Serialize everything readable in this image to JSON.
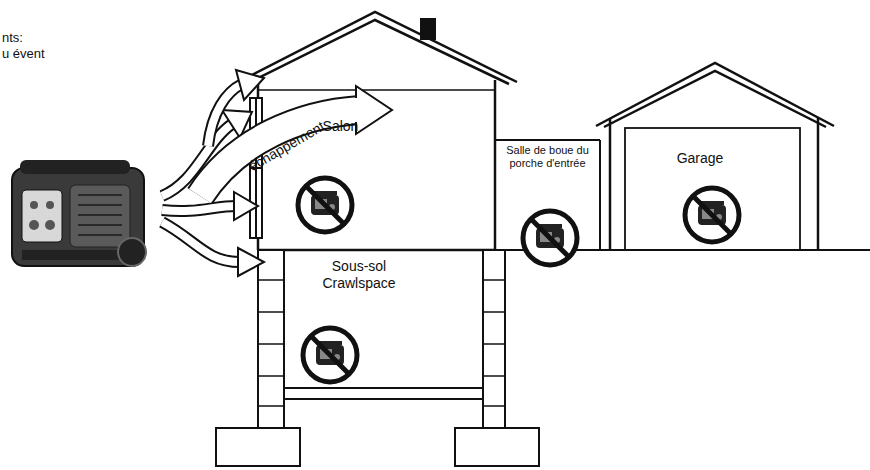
{
  "diagram": {
    "nodes": [
      {
        "text": [
          "Salon"
        ]
      },
      {
        "text": [
          "Salle de boue du porche d'entrée"
        ]
      },
      {
        "text": [
          "Garage"
        ]
      },
      {
        "text": [
          "Sous-sol Crawlspace"
        ]
      }
    ],
    "labels": [
      "nts:",
      "u évent",
      "échappement"
    ]
  }
}
